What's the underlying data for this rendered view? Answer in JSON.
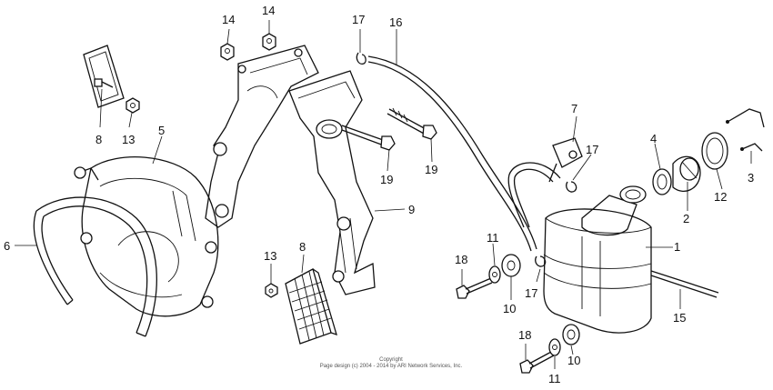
{
  "diagram": {
    "callouts": [
      {
        "id": "c1",
        "text": "1"
      },
      {
        "id": "c2",
        "text": "2"
      },
      {
        "id": "c3",
        "text": "3"
      },
      {
        "id": "c4",
        "text": "4"
      },
      {
        "id": "c5",
        "text": "5"
      },
      {
        "id": "c6",
        "text": "6"
      },
      {
        "id": "c7",
        "text": "7"
      },
      {
        "id": "c8a",
        "text": "8"
      },
      {
        "id": "c8b",
        "text": "8"
      },
      {
        "id": "c9",
        "text": "9"
      },
      {
        "id": "c10a",
        "text": "10"
      },
      {
        "id": "c10b",
        "text": "10"
      },
      {
        "id": "c11a",
        "text": "11"
      },
      {
        "id": "c11b",
        "text": "11"
      },
      {
        "id": "c12",
        "text": "12"
      },
      {
        "id": "c13a",
        "text": "13"
      },
      {
        "id": "c13b",
        "text": "13"
      },
      {
        "id": "c14a",
        "text": "14"
      },
      {
        "id": "c14b",
        "text": "14"
      },
      {
        "id": "c15",
        "text": "15"
      },
      {
        "id": "c16",
        "text": "16"
      },
      {
        "id": "c17a",
        "text": "17"
      },
      {
        "id": "c17b",
        "text": "17"
      },
      {
        "id": "c17c",
        "text": "17"
      },
      {
        "id": "c18a",
        "text": "18"
      },
      {
        "id": "c18b",
        "text": "18"
      },
      {
        "id": "c19a",
        "text": "19"
      },
      {
        "id": "c19b",
        "text": "19"
      }
    ],
    "copyright_line1": "Copyright",
    "copyright_line2": "Page design (c) 2004 - 2014 by ARI Network Services, Inc."
  }
}
